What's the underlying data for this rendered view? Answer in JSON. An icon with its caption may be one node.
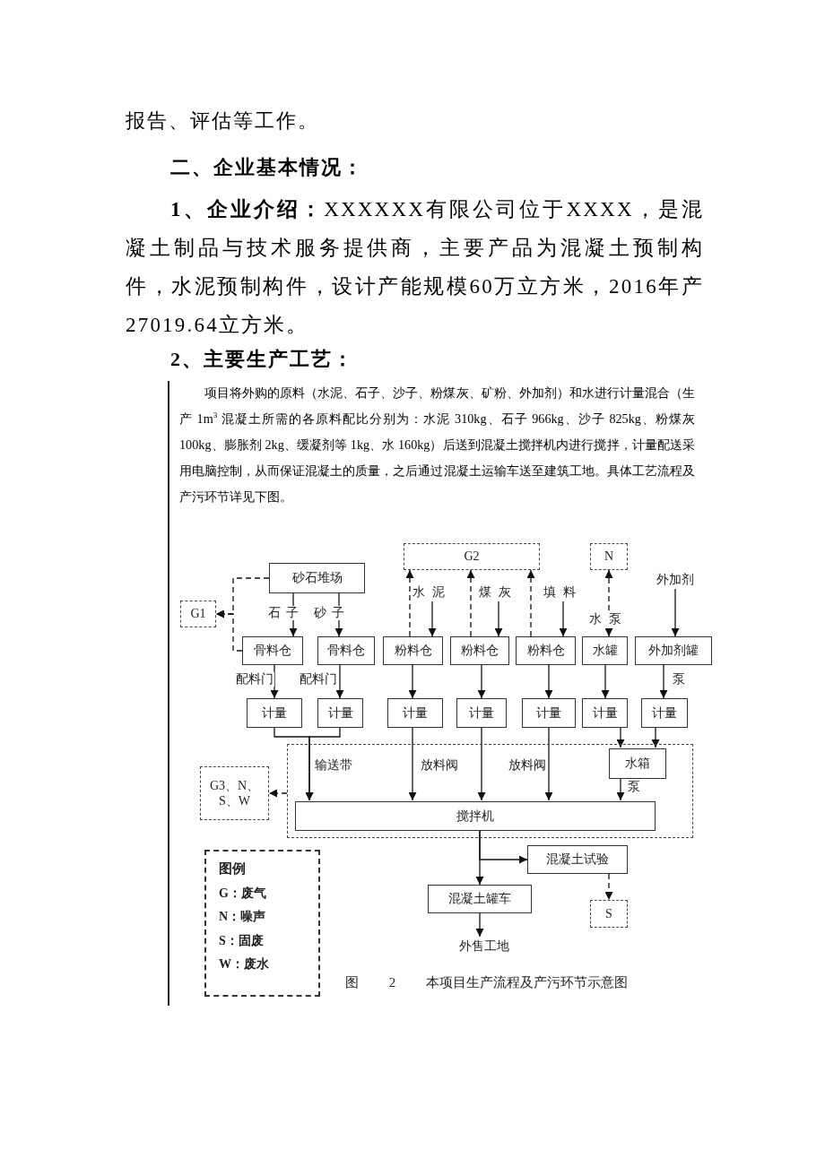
{
  "diagram": {
    "caption": "图 2 本项目生产流程及产污环节示意图",
    "nodes": [
      {
        "text": [
          "G2"
        ]
      },
      {
        "text": [
          "N"
        ]
      },
      {
        "text": [
          "砂石堆场"
        ]
      },
      {
        "text": [
          "水泥"
        ]
      },
      {
        "text": [
          "煤灰"
        ]
      },
      {
        "text": [
          "填料"
        ]
      },
      {
        "text": [
          "外加剂"
        ]
      },
      {
        "text": [
          "G1"
        ]
      },
      {
        "text": [
          "骨料仓"
        ]
      },
      {
        "text": [
          "骨料仓"
        ]
      },
      {
        "text": [
          "粉料仓"
        ]
      },
      {
        "text": [
          "粉料仓"
        ]
      },
      {
        "text": [
          "粉料仓"
        ]
      },
      {
        "text": [
          "水泵"
        ]
      },
      {
        "text": [
          "水罐"
        ]
      },
      {
        "text": [
          "外加剂罐"
        ]
      },
      {
        "text": [
          "计量"
        ]
      },
      {
        "text": [
          "计量"
        ]
      },
      {
        "text": [
          "计量"
        ]
      },
      {
        "text": [
          "计量"
        ]
      },
      {
        "text": [
          "计量"
        ]
      },
      {
        "text": [
          "计量"
        ]
      },
      {
        "text": [
          "计量"
        ]
      },
      {
        "text": [],
        "shape": "box"
      },
      {
        "text": [
          "水箱"
        ],
        "in": 23
      },
      {
        "text": [
          "搅拌机"
        ],
        "in": 23
      },
      {
        "text": [
          "G3、N、S、W"
        ]
      },
      {
        "text": [
          "图例",
          "G：废气",
          "N：噪声",
          "S：固废",
          "W：废水"
        ]
      },
      {
        "text": [
          "混凝土试验"
        ]
      },
      {
        "text": [
          "混凝土罐车"
        ]
      },
      {
        "text": [
          "S"
        ]
      },
      {
        "text": [
          "外售工地"
        ]
      }
    ],
    "edges": [
      {
        "from": 2,
        "to": 8,
        "arrow": "to",
        "label": "石子"
      },
      {
        "from": 2,
        "to": 9,
        "arrow": "to",
        "label": "砂子"
      },
      {
        "from": 2,
        "to": 7,
        "arrow": "to",
        "style": "dashed"
      },
      {
        "from": 8,
        "to": 7,
        "arrow": "to",
        "style": "dashed"
      },
      {
        "from": 10,
        "to": 0,
        "arrow": "to",
        "style": "dashed"
      },
      {
        "from": 11,
        "to": 0,
        "arrow": "to",
        "style": "dashed"
      },
      {
        "from": 12,
        "to": 0,
        "arrow": "to",
        "style": "dashed"
      },
      {
        "from": 13,
        "to": 1,
        "arrow": "to",
        "style": "dashed"
      },
      {
        "from": 3,
        "to": 10,
        "arrow": "to"
      },
      {
        "from": 4,
        "to": 11,
        "arrow": "to"
      },
      {
        "from": 5,
        "to": 12,
        "arrow": "to"
      },
      {
        "from": 13,
        "to": 14,
        "arrow": "to"
      },
      {
        "from": 6,
        "to": 15,
        "arrow": "to"
      },
      {
        "from": 8,
        "to": 16,
        "arrow": "to",
        "label": "配料门"
      },
      {
        "from": 9,
        "to": 17,
        "arrow": "to",
        "label": "配料门"
      },
      {
        "from": 10,
        "to": 18,
        "arrow": "to"
      },
      {
        "from": 11,
        "to": 19,
        "arrow": "to"
      },
      {
        "from": 12,
        "to": 20,
        "arrow": "to"
      },
      {
        "from": 14,
        "to": 21,
        "arrow": "to"
      },
      {
        "from": 15,
        "to": 22,
        "arrow": "to",
        "label": "泵"
      },
      {
        "from": 16,
        "to": 25,
        "arrow": "to",
        "label": "输送带"
      },
      {
        "from": 17,
        "to": 25,
        "arrow": "to"
      },
      {
        "from": 18,
        "to": 25,
        "arrow": "to",
        "label": "放料阀"
      },
      {
        "from": 19,
        "to": 25,
        "arrow": "to"
      },
      {
        "from": 20,
        "to": 25,
        "arrow": "to",
        "label": "放料阀"
      },
      {
        "from": 21,
        "to": 24,
        "arrow": "to"
      },
      {
        "from": 22,
        "to": 24,
        "arrow": "to"
      },
      {
        "from": 24,
        "to": 25,
        "arrow": "to",
        "label": "泵"
      },
      {
        "from": 23,
        "to": 26,
        "arrow": "to",
        "style": "dashed"
      },
      {
        "from": 25,
        "to": 29,
        "arrow": "to"
      },
      {
        "from": 25,
        "to": 28,
        "arrow": "to"
      },
      {
        "from": 28,
        "to": 30,
        "arrow": "to",
        "style": "dashed"
      },
      {
        "from": 29,
        "to": 31,
        "arrow": "to"
      }
    ],
    "labels": [
      "报告、评估等工作。",
      "二、企业基本情况：",
      "**1、企业介绍：**XXXXXX有限公司位于XXXX，是混凝土制品与技术服务提供商，主要产品为混凝土预制构件，水泥预制构件，设计产能规模60万立方米，2016年产27019.64立方米。",
      "2、主要生产工艺：",
      "项目将外购的原料（水泥、石子、沙子、粉煤灰、矿粉、外加剂）和水进行计量混合（生产 1m$^{3}$ 混凝土所需的各原料配比分别为：水泥 310kg、石子 966kg、沙子 825kg、粉煤灰 100kg、膨胀剂 2kg、缓凝剂等 1kg、水 160kg）后送到混凝土搅拌机内进行搅拌，计量配送采用电脑控制，从而保证混凝土的质量，之后通过混凝土运输车送至建筑工地。具体工艺流程及产污环节详见下图。"
    ]
  }
}
